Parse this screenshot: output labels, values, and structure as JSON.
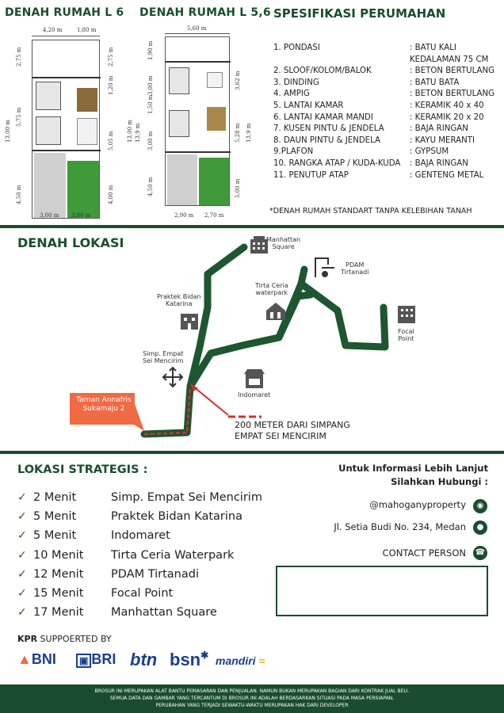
{
  "plans": {
    "l6": {
      "title": "DENAH RUMAH L 6",
      "top_dims": [
        "4,20 m",
        "1,80 m"
      ],
      "left_dims": [
        "13,00 m",
        "2,75 m",
        "5,75 m",
        "4,50 m"
      ],
      "right_dims": [
        "2,75 m",
        "1,20 m",
        "5,05 m",
        "4,00 m"
      ],
      "bottom_dims": [
        "3,00 m",
        "3,00 m"
      ]
    },
    "l56": {
      "title": "DENAH RUMAH L 5,6",
      "top_dims": [
        "5,60 m"
      ],
      "left_dims": [
        "13,00 m",
        "13,9 m",
        "1,90 m",
        "3,00 m",
        "1,50 m",
        "3,00 m",
        "4,50 m"
      ],
      "right_dims": [
        "3,62 m",
        "5,28 m",
        "13,9 m",
        "5,00 m"
      ],
      "bottom_dims": [
        "2,90 m",
        "2,70 m"
      ]
    }
  },
  "spec": {
    "title": "SPESIFIKASI PERUMAHAN",
    "items": [
      {
        "label": "1. PONDASI",
        "value": ": BATU KALI\n  KEDALAMAN 75 CM"
      },
      {
        "label": "2. SLOOF/KOLOM/BALOK",
        "value": ": BETON BERTULANG"
      },
      {
        "label": "3. DINDING",
        "value": ": BATU BATA"
      },
      {
        "label": "4. AMPIG",
        "value": ": BETON BERTULANG"
      },
      {
        "label": "5. LANTAI KAMAR",
        "value": ": KERAMIK 40 x 40"
      },
      {
        "label": "6. LANTAI KAMAR MANDI",
        "value": ": KERAMIK 20 x 20"
      },
      {
        "label": "7. KUSEN PINTU & JENDELA",
        "value": ": BAJA RINGAN"
      },
      {
        "label": "8. DAUN PINTU & JENDELA",
        "value": ": KAYU MERANTI"
      },
      {
        "label": "9.PLAFON",
        "value": ": GYPSUM"
      },
      {
        "label": "10. RANGKA ATAP / KUDA-KUDA",
        "value": ": BAJA RINGAN"
      },
      {
        "label": "11. PENUTUP ATAP",
        "value": ": GENTENG METAL"
      }
    ],
    "note": "*DENAH RUMAH STANDART TANPA KELEBIHAN TANAH"
  },
  "map": {
    "title": "DENAH LOKASI",
    "labels": {
      "manhattan": "Manhattan\nSquare",
      "pdam": "PDAM\nTirtanadi",
      "tirta": "Tirta Ceria\nwaterpark",
      "bidan": "Praktek Bidan\nKatarina",
      "focal": "Focal\nPoint",
      "simpang": "Simp. Empat\nSei Mencirim",
      "indomaret": "Indomaret",
      "taman": "Taman Annafris\nSukamaju 2",
      "distance": "200 METER DARI SIMPANG\nEMPAT SEI MENCIRIM"
    },
    "colors": {
      "road": "#1e5631",
      "route": "#d32f2f",
      "marker": "#f06a43"
    }
  },
  "locations": {
    "title": "LOKASI STRATEGIS :",
    "items": [
      {
        "time": "2 Menit",
        "place": "Simp. Empat Sei Mencirim"
      },
      {
        "time": "5 Menit",
        "place": "Praktek Bidan Katarina"
      },
      {
        "time": "5 Menit",
        "place": "Indomaret"
      },
      {
        "time": "10 Menit",
        "place": "Tirta Ceria Waterpark"
      },
      {
        "time": "12 Menit",
        "place": "PDAM Tirtanadi"
      },
      {
        "time": "15 Menit",
        "place": "Focal Point"
      },
      {
        "time": "17 Menit",
        "place": "Manhattan Square"
      }
    ]
  },
  "contact": {
    "heading_1": "Untuk Informasi Lebih Lanjut",
    "heading_2": "Silahkan Hubungi :",
    "instagram": "@mahoganyproperty",
    "address": "Jl. Setia Budi No. 234, Medan",
    "person_label": "CONTACT PERSON"
  },
  "kpr": {
    "label_bold": "KPR",
    "label_rest": " SUPPOERTED BY",
    "banks": [
      "BNI",
      "BRI",
      "btn",
      "bsn",
      "mandiri"
    ]
  },
  "footer": {
    "line1": "BROSUR INI MERUPAKAN ALAT BANTU PEMASARAN DAN PENJUALAN. NAMUN BUKAN MERUPAKAN BAGIAN DARI KONTRAK JUAL BELI.",
    "line2": "SEMUA DATA DAN GAMBAR YANG TERCANTUM DI BROSUR INI ADALAH BERDASARKAN SITUASI PADA MASA PERSIAPAN,",
    "line3": "PERUBAHAN YANG TERJADI SEWAKTU-WAKTU MERUPAKAN HAK DARI DEVELOPER"
  },
  "icons": [
    "check-circle-icon",
    "instagram-icon",
    "location-pin-icon",
    "whatsapp-icon",
    "building-icon",
    "water-tap-icon",
    "crossroads-icon",
    "store-icon"
  ]
}
